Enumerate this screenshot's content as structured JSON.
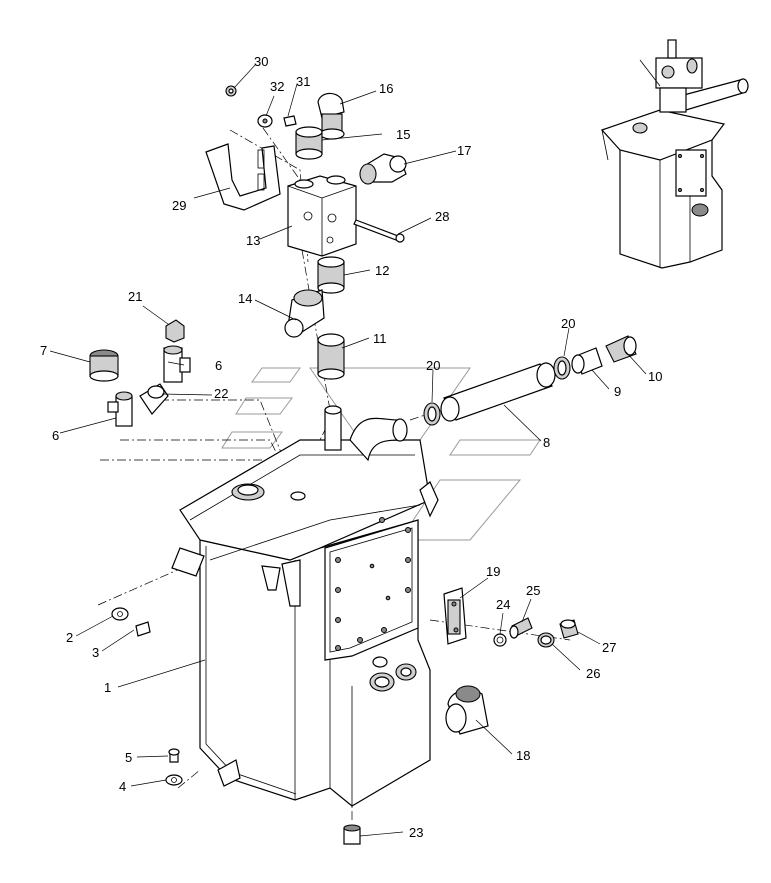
{
  "callouts": {
    "c1": "1",
    "c2": "2",
    "c3": "3",
    "c4": "4",
    "c5": "5",
    "c6a": "6",
    "c6b": "6",
    "c7": "7",
    "c8": "8",
    "c9": "9",
    "c10": "10",
    "c11": "11",
    "c12": "12",
    "c13": "13",
    "c14": "14",
    "c15": "15",
    "c16": "16",
    "c17": "17",
    "c18": "18",
    "c19": "19",
    "c20a": "20",
    "c20b": "20",
    "c21": "21",
    "c22": "22",
    "c23": "23",
    "c24": "24",
    "c25": "25",
    "c26": "26",
    "c27": "27",
    "c28": "28",
    "c29": "29",
    "c30": "30",
    "c31": "31",
    "c32": "32"
  }
}
